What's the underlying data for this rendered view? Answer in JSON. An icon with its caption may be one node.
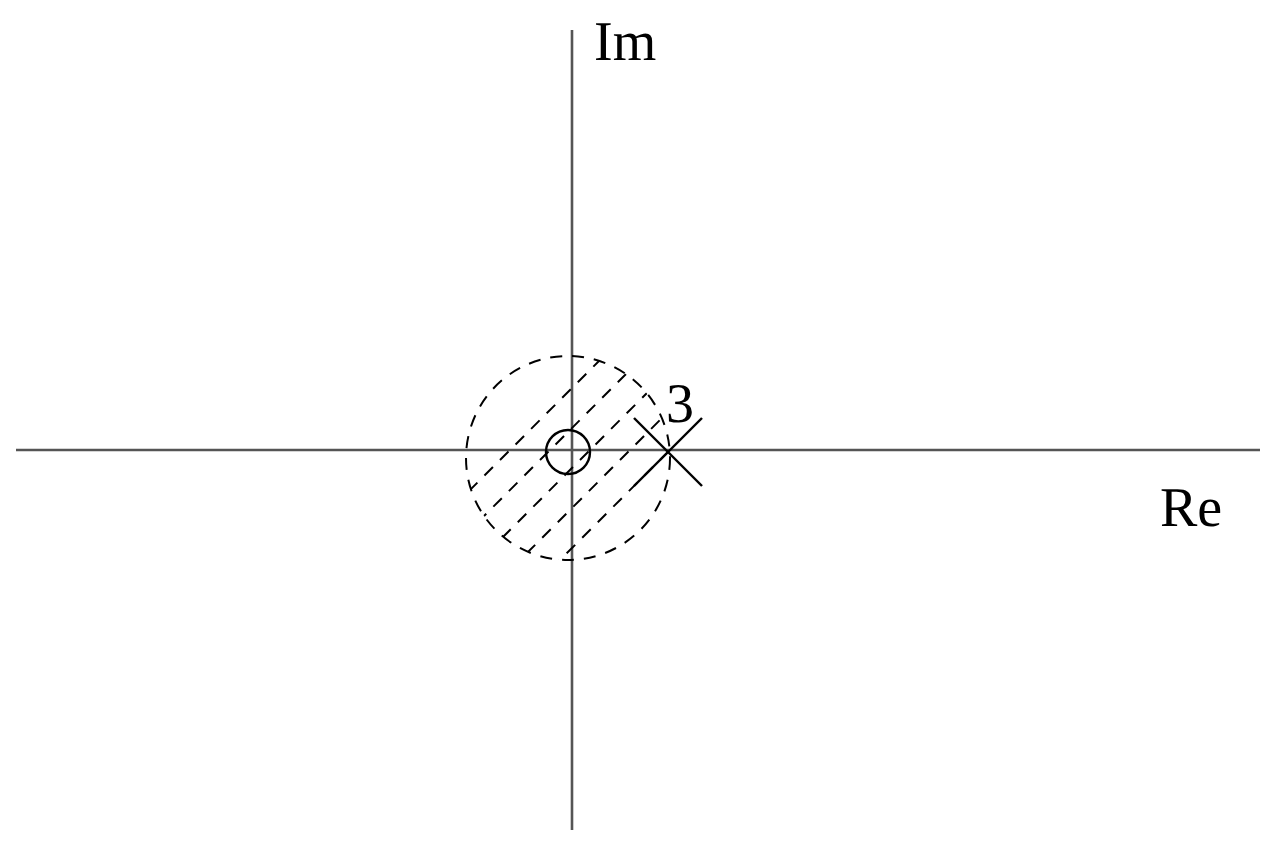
{
  "diagram": {
    "labels": [
      "Im",
      "3",
      "Re"
    ]
  }
}
